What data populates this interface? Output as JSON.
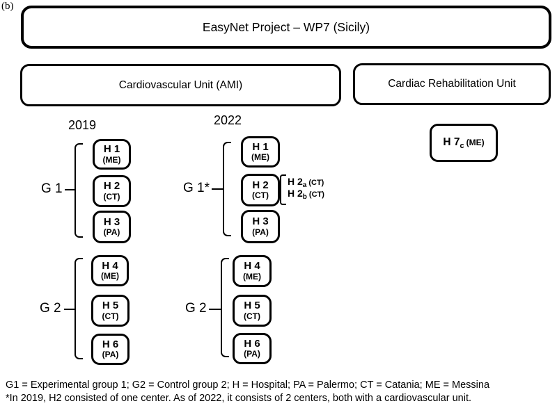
{
  "figure_label": "(b)",
  "title": "EasyNet Project – WP7 (Sicily)",
  "colors": {
    "border": "#000000",
    "background": "#ffffff",
    "text": "#000000"
  },
  "units": [
    {
      "label": "Cardiovascular Unit (AMI)"
    },
    {
      "label": "Cardiac Rehabilitation Unit"
    }
  ],
  "columns": [
    {
      "year": "2019",
      "groups": [
        {
          "label": "G 1",
          "hospitals": [
            {
              "name": "H 1",
              "city": "(ME)"
            },
            {
              "name": "H 2",
              "city": "(CT)"
            },
            {
              "name": "H 3",
              "city": "(PA)"
            }
          ]
        },
        {
          "label": "G 2",
          "hospitals": [
            {
              "name": "H 4",
              "city": "(ME)"
            },
            {
              "name": "H 5",
              "city": "(CT)"
            },
            {
              "name": "H 6",
              "city": "(PA)"
            }
          ]
        }
      ]
    },
    {
      "year": "2022",
      "groups": [
        {
          "label": "G 1*",
          "hospitals": [
            {
              "name": "H 1",
              "city": "(ME)"
            },
            {
              "name": "H 2",
              "city": "(CT)"
            },
            {
              "name": "H 3",
              "city": "(PA)"
            }
          ]
        },
        {
          "label": "G 2",
          "hospitals": [
            {
              "name": "H 4",
              "city": "(ME)"
            },
            {
              "name": "H 5",
              "city": "(CT)"
            },
            {
              "name": "H 6",
              "city": "(PA)"
            }
          ]
        }
      ]
    }
  ],
  "h2_split": {
    "items": [
      {
        "base": "H 2",
        "sub": "a",
        "city": "(CT)"
      },
      {
        "base": "H 2",
        "sub": "b",
        "city": "(CT)"
      }
    ]
  },
  "rehab_hospital": {
    "base": "H 7",
    "sub": "c",
    "city": "(ME)"
  },
  "footnotes": [
    "G1 = Experimental group 1; G2 = Control group 2; H = Hospital; PA = Palermo; CT = Catania; ME = Messina",
    "*In 2019, H2 consisted of one center. As of 2022, it consists of 2 centers, both with a cardiovascular unit."
  ]
}
